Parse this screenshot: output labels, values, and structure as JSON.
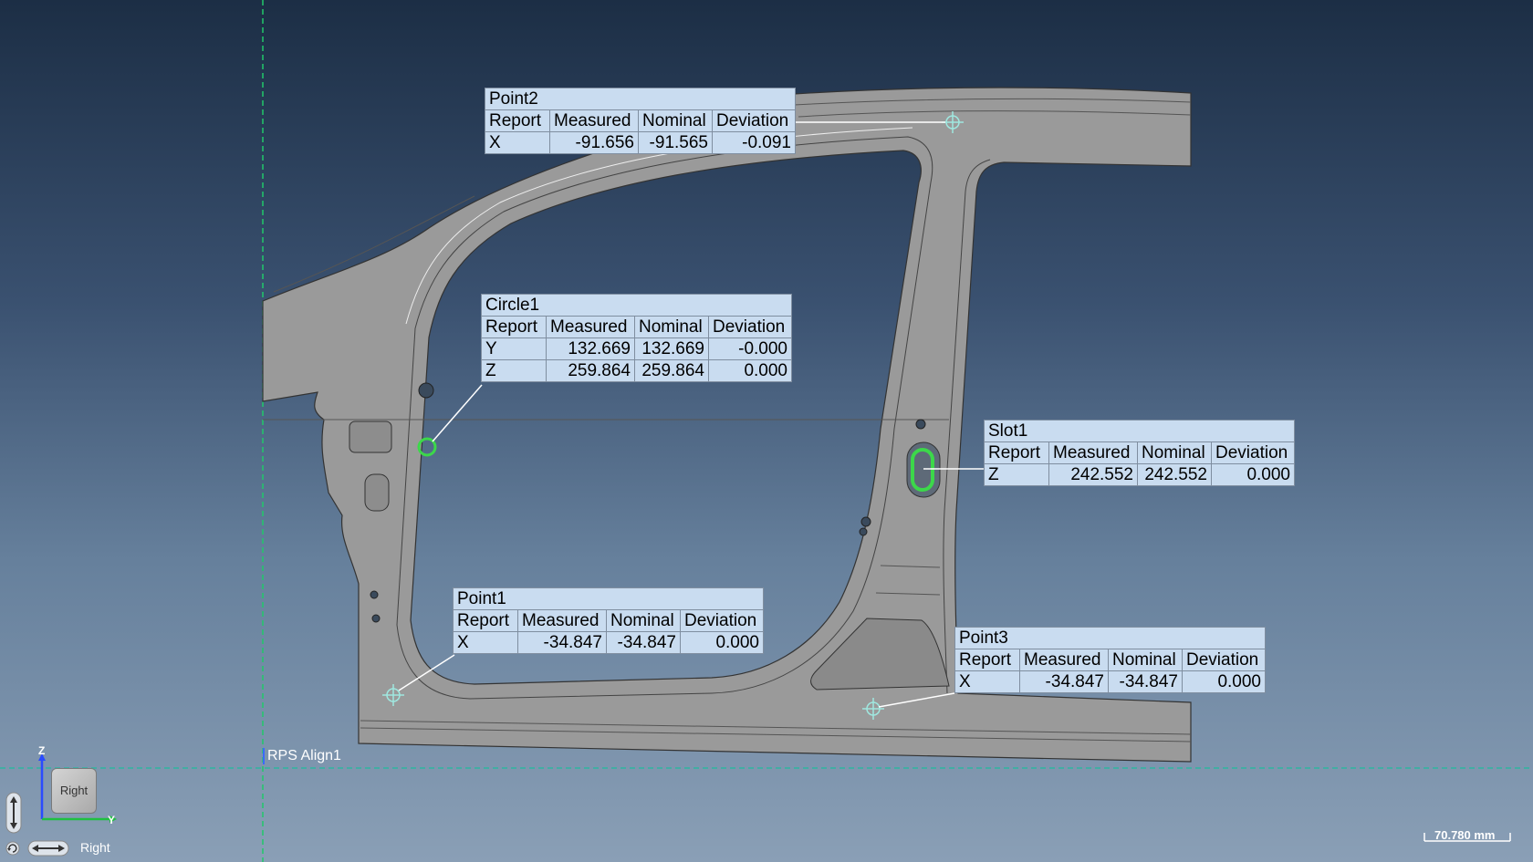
{
  "viewport": {
    "alignment_label": "RPS Align1",
    "view_name": "Right",
    "view_cube_label": "Right",
    "axis_z_label": "Z",
    "axis_y_label": "Y",
    "scale_label": "70.780 mm",
    "colors": {
      "part_fill": "#9a9a9a",
      "feature_green": "#3cd84a",
      "marker_cyan": "#9fe8e0",
      "callout_bg": "#c9dcf0",
      "axis_line_green": "#21c86a"
    }
  },
  "callouts": {
    "point2": {
      "title": "Point2",
      "headers": [
        "Report",
        "Measured",
        "Nominal",
        "Deviation"
      ],
      "rows": [
        [
          "X",
          "-91.656",
          "-91.565",
          "-0.091"
        ]
      ]
    },
    "circle1": {
      "title": "Circle1",
      "headers": [
        "Report",
        "Measured",
        "Nominal",
        "Deviation"
      ],
      "rows": [
        [
          "Y",
          "132.669",
          "132.669",
          "-0.000"
        ],
        [
          "Z",
          "259.864",
          "259.864",
          "0.000"
        ]
      ]
    },
    "slot1": {
      "title": "Slot1",
      "headers": [
        "Report",
        "Measured",
        "Nominal",
        "Deviation"
      ],
      "rows": [
        [
          "Z",
          "242.552",
          "242.552",
          "0.000"
        ]
      ]
    },
    "point1": {
      "title": "Point1",
      "headers": [
        "Report",
        "Measured",
        "Nominal",
        "Deviation"
      ],
      "rows": [
        [
          "X",
          "-34.847",
          "-34.847",
          "0.000"
        ]
      ]
    },
    "point3": {
      "title": "Point3",
      "headers": [
        "Report",
        "Measured",
        "Nominal",
        "Deviation"
      ],
      "rows": [
        [
          "X",
          "-34.847",
          "-34.847",
          "0.000"
        ]
      ]
    }
  }
}
